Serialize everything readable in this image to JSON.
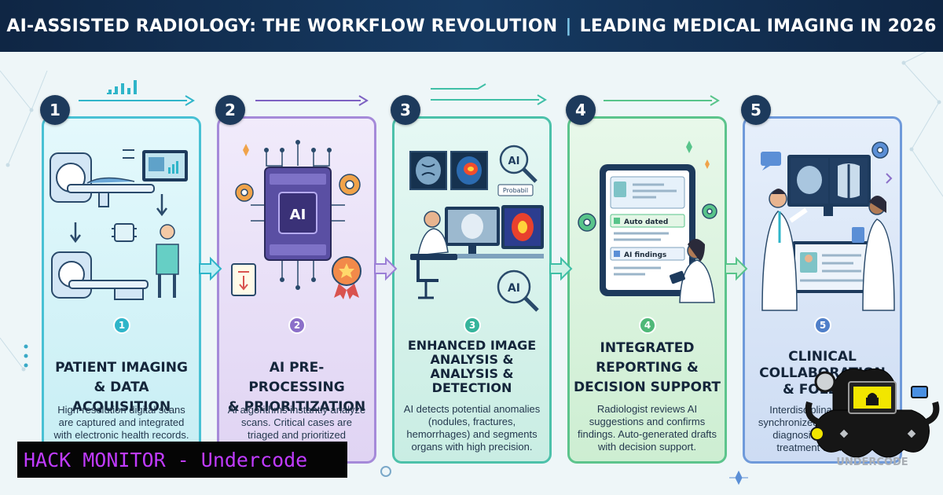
{
  "header": {
    "title_main": "AI-ASSISTED RADIOLOGY: THE WORKFLOW REVOLUTION",
    "separator": "|",
    "title_sub": "LEADING MEDICAL IMAGING IN 2026"
  },
  "steps": [
    {
      "number": "1",
      "title_lines": [
        "PATIENT IMAGING",
        "& DATA ACQUISITION"
      ],
      "description": "High-resolution digital scans are captured and integrated with electronic health records.",
      "accent": "#2fb5c9"
    },
    {
      "number": "2",
      "title_lines": [
        "AI PRE-PROCESSING",
        "& PRIORITIZATION"
      ],
      "description": "AI algorithms instantly analyze scans. Critical cases are triaged and prioritized",
      "accent": "#9b7fd6"
    },
    {
      "number": "3",
      "title_lines": [
        "ENHANCED IMAGE",
        "ANALYSIS &",
        "ANALYSIS &",
        "DETECTION"
      ],
      "description": "AI detects potential anomalies (nodules, fractures, hemorrhages) and segments organs with high precision.",
      "accent": "#3fbfa6"
    },
    {
      "number": "4",
      "title_lines": [
        "INTEGRATED",
        "REPORTING &",
        "DECISION SUPPORT"
      ],
      "description": "Radiologist reviews AI suggestions and confirms findings. Auto-generated drafts with decision support.",
      "accent": "#58c48a"
    },
    {
      "number": "5",
      "title_lines": [
        "CLINICAL",
        "COLLABORATION",
        "& FOLLOW"
      ],
      "description": "Interdisciplinary access synchronized. Faster time to diagnosis and tailored treatment decisions.",
      "accent": "#5b8fd6"
    }
  ],
  "art_labels": {
    "ai_chip": "AI",
    "ai_lens": "AI",
    "probability_tag": "Probabil",
    "report_auto": "Auto dated",
    "report_findings": "AI findings"
  },
  "banner": {
    "text": "HACK MONITOR - Undercode"
  },
  "watermark": {
    "text": "UNDERCODE"
  }
}
